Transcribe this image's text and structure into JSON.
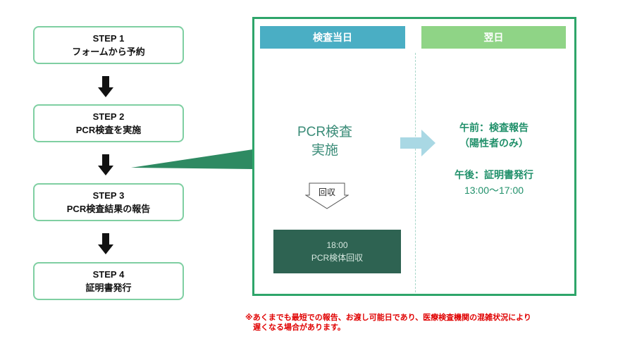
{
  "steps": [
    {
      "step": "STEP 1",
      "desc": "フォームから予約"
    },
    {
      "step": "STEP 2",
      "desc": "PCR検査を実施"
    },
    {
      "step": "STEP 3",
      "desc": "PCR検査結果の報告"
    },
    {
      "step": "STEP 4",
      "desc": "証明書発行"
    }
  ],
  "panel": {
    "header_today": "検査当日",
    "header_next": "翌日",
    "pcr_line1": "PCR検査",
    "pcr_line2": "実施",
    "collect_label": "回収",
    "pickup_time": "18:00",
    "pickup_label": "PCR検体回収",
    "morning": "午前：検査報告",
    "morning_note": "（陽性者のみ）",
    "afternoon": "午後：証明書発行",
    "afternoon_time": "13:00～17:00"
  },
  "note": {
    "line1": "※あくまでも最短での報告、お渡し可能日であり、医療検査機関の混雑状況により",
    "line2": "遅くなる場合があります。"
  },
  "colors": {
    "step_border": "#7fcfa2",
    "panel_border": "#2ea56a",
    "header_today": "#4aaec4",
    "header_next": "#8fd486",
    "pickup_box": "#2e6352",
    "accent_text": "#20906a",
    "note_red": "#e00000"
  }
}
